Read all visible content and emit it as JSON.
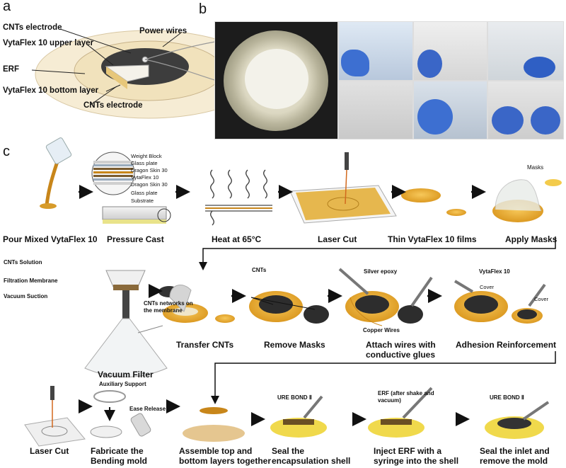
{
  "panels": {
    "a": "a",
    "b": "b",
    "c": "c"
  },
  "panel_a": {
    "cnt_top": "CNTs electrode",
    "vyta_upper": "VytaFlex 10 upper layer",
    "erf": "ERF",
    "vyta_bottom": "VytaFlex 10 bottom layer",
    "cnt_bottom": "CNTs electrode",
    "power_wires": "Power wires"
  },
  "row1": {
    "pour": "Pour Mixed VytaFlex 10",
    "pressure": "Pressure Cast",
    "heat": "Heat at 65°C",
    "laser": "Laser Cut",
    "films": "Thin VytaFlex 10 films",
    "masks": "Apply Masks",
    "masks_label": "Masks",
    "stack": [
      "Weight Block",
      "Glass plate",
      "Dragon Skin 30",
      "VytaFlex 10",
      "Dragon Skin 30",
      "Glass plate",
      "Substrate"
    ]
  },
  "row2": {
    "cnt_solution": "CNTs Solution",
    "filtration": "Filtration Membrane",
    "vacuum_suction": "Vacuum Suction",
    "vacuum_filter": "Vacuum Filter",
    "cnt_networks_1": "CNTs networks on",
    "cnt_networks_2": "the membrane",
    "transfer": "Transfer CNTs",
    "cnts": "CNTs",
    "remove": "Remove Masks",
    "silver": "Silver epoxy",
    "copper": "Copper Wires",
    "attach_1": "Attach wires with",
    "attach_2": "conductive glues",
    "vyta": "VytaFlex 10",
    "cover1": "Cover",
    "cover2": "Cover",
    "adhesion": "Adhesion Reinforcement"
  },
  "row3": {
    "laser": "Laser Cut",
    "aux": "Auxiliary Support",
    "ease": "Ease Release",
    "fab_1": "Fabricate the",
    "fab_2": "Bending mold",
    "assemble_1": "Assemble top and",
    "assemble_2": "bottom layers together",
    "ure1": "URE BOND Ⅱ",
    "seal_1": "Seal the",
    "seal_2": "encapsulation shell",
    "erf_1": "ERF (after shake and",
    "erf_2": "vacuum)",
    "inject_1": "Inject ERF with a",
    "inject_2": "syringe into the shell",
    "ure2": "URE BOND Ⅱ",
    "seal_inlet_1": "Seal the inlet and",
    "seal_inlet_2": "remove the mold"
  }
}
